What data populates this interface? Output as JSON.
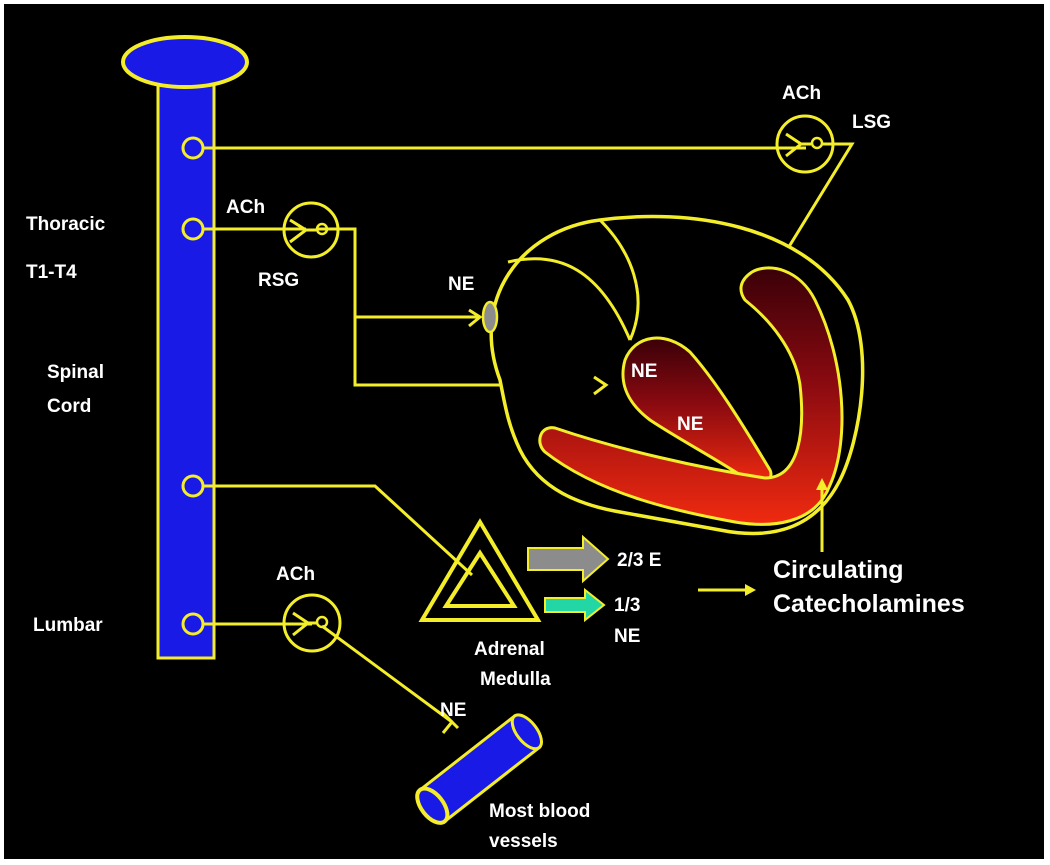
{
  "colors": {
    "background": "#000000",
    "outline": "#f4ee2a",
    "cord_fill": "#1a1ae6",
    "text": "#ffffff",
    "heart_dark": "#3a0008",
    "heart_bright": "#f02a10",
    "arrow_gray": "#8c8c8c",
    "arrow_teal": "#22d6a6"
  },
  "labels": {
    "thoracic": "Thoracic",
    "t1_t4": "T1-T4",
    "spinal": "Spinal",
    "cord": "Cord",
    "lumbar": "Lumbar",
    "ach_rsg": "ACh",
    "rsg": "RSG",
    "ach_lsg": "ACh",
    "lsg": "LSG",
    "ach_lumbar": "ACh",
    "ne_node": "NE",
    "ne_heart_1": "NE",
    "ne_heart_2": "NE",
    "ne_vessel": "NE",
    "e_fraction": "2/3 E",
    "ne_fraction": "1/3",
    "ne_fraction_2": "NE",
    "adrenal": "Adrenal",
    "medulla": "Medulla",
    "circulating": "Circulating",
    "catecholamines": "Catecholamines",
    "vessels_1": "Most blood",
    "vessels_2": "vessels"
  }
}
